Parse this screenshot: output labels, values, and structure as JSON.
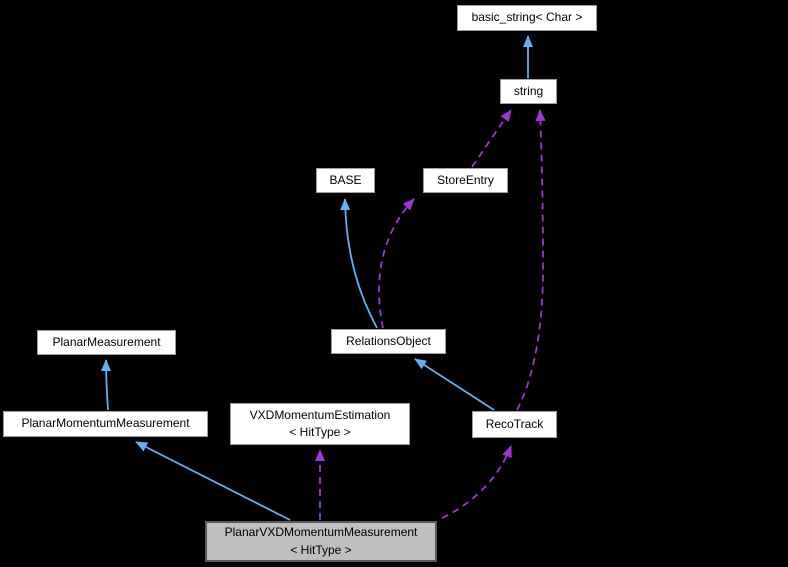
{
  "diagram": {
    "title": "Collaboration graph for PlanarVXDMomentumMeasurement< HitType >",
    "background_color": "#000000",
    "colors": {
      "inheritance_edge": "#63b1f3",
      "usage_edge": "#9d38d2",
      "node_fill": "#ffffff",
      "node_border": "#9e9e9e",
      "current_node_fill": "#bfbfbf",
      "current_node_border": "#5a5a5a",
      "node_text": "#000000"
    },
    "nodes": [
      {
        "id": "basic_string",
        "label": "basic_string< Char >",
        "current": false
      },
      {
        "id": "string",
        "label": "string",
        "current": false
      },
      {
        "id": "BASE",
        "label": "BASE",
        "current": false
      },
      {
        "id": "StoreEntry",
        "label": "StoreEntry",
        "current": false
      },
      {
        "id": "RelationsObject",
        "label": "RelationsObject",
        "current": false
      },
      {
        "id": "PlanarMeasurement",
        "label": "PlanarMeasurement",
        "current": false
      },
      {
        "id": "PlanarMomentumMeasurement",
        "label": "PlanarMomentumMeasurement",
        "current": false
      },
      {
        "id": "VXDMomentumEstimation",
        "label": "VXDMomentumEstimation\n< HitType >",
        "current": false
      },
      {
        "id": "RecoTrack",
        "label": "RecoTrack",
        "current": false
      },
      {
        "id": "PlanarVXDMomentumMeasurement",
        "label": "PlanarVXDMomentumMeasurement\n< HitType >",
        "current": true
      }
    ],
    "edges": [
      {
        "from": "string",
        "to": "basic_string< Char >",
        "type": "inheritance",
        "style": "solid-blue"
      },
      {
        "from": "StoreEntry",
        "to": "string",
        "type": "usage",
        "style": "dashed-purple"
      },
      {
        "from": "RecoTrack",
        "to": "string",
        "type": "usage",
        "style": "dashed-purple"
      },
      {
        "from": "RelationsObject",
        "to": "BASE",
        "type": "inheritance",
        "style": "solid-blue"
      },
      {
        "from": "RelationsObject",
        "to": "StoreEntry",
        "type": "usage",
        "style": "dashed-purple"
      },
      {
        "from": "RecoTrack",
        "to": "RelationsObject",
        "type": "inheritance",
        "style": "solid-blue"
      },
      {
        "from": "PlanarMomentumMeasurement",
        "to": "PlanarMeasurement",
        "type": "inheritance",
        "style": "solid-blue"
      },
      {
        "from": "PlanarVXDMomentumMeasurement< HitType >",
        "to": "PlanarMomentumMeasurement",
        "type": "inheritance",
        "style": "solid-blue"
      },
      {
        "from": "PlanarVXDMomentumMeasurement< HitType >",
        "to": "VXDMomentumEstimation< HitType >",
        "type": "usage",
        "style": "dashed-purple"
      },
      {
        "from": "PlanarVXDMomentumMeasurement< HitType >",
        "to": "RecoTrack",
        "type": "usage",
        "style": "dashed-purple"
      }
    ]
  }
}
